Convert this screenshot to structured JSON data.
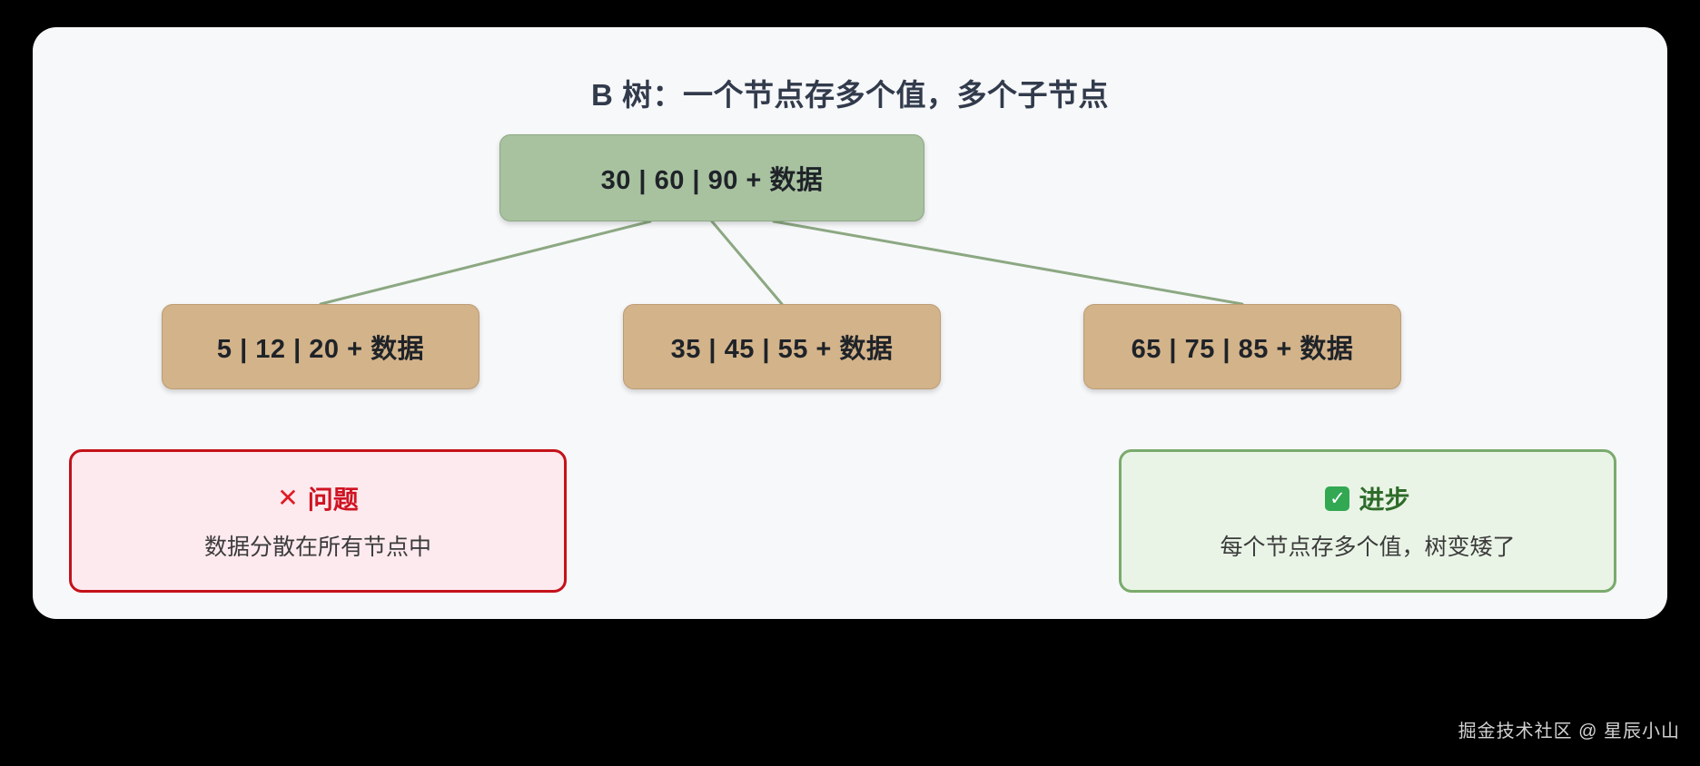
{
  "canvas": {
    "outer_background": "#000000",
    "card_background": "#f7f8fa"
  },
  "diagram": {
    "title": "B 树：一个节点存多个值，多个子节点",
    "type": "tree",
    "colors": {
      "root_fill": "#a8c2a0",
      "root_border": "#8ba983",
      "child_fill": "#d3b38a",
      "child_border": "#bd9c74",
      "connector": "#8ca882",
      "title_text": "#323b4c",
      "node_text": "#1f2328"
    },
    "root": {
      "label": "30 | 60 | 90 + 数据",
      "keys": [
        30,
        60,
        90
      ],
      "payload": "数据"
    },
    "children": [
      {
        "label": "5 | 12 | 20 + 数据",
        "keys": [
          5,
          12,
          20
        ],
        "payload": "数据"
      },
      {
        "label": "35 | 45 | 55 + 数据",
        "keys": [
          35,
          45,
          55
        ],
        "payload": "数据"
      },
      {
        "label": "65 | 75 | 85 + 数据",
        "keys": [
          65,
          75,
          85
        ],
        "payload": "数据"
      }
    ]
  },
  "callouts": {
    "problem": {
      "icon": "cross-mark-icon",
      "icon_glyph": "✕",
      "heading": "问题",
      "body": "数据分散在所有节点中",
      "accent": "#c4121a",
      "background": "#fdeaee"
    },
    "improvement": {
      "icon": "check-mark-icon",
      "icon_glyph": "✓",
      "heading": "进步",
      "body": "每个节点存多个值，树变矮了",
      "accent": "#7aaa6d",
      "background": "#e9f4e6"
    }
  },
  "watermark": {
    "text": "掘金技术社区 @ 星辰小山"
  }
}
